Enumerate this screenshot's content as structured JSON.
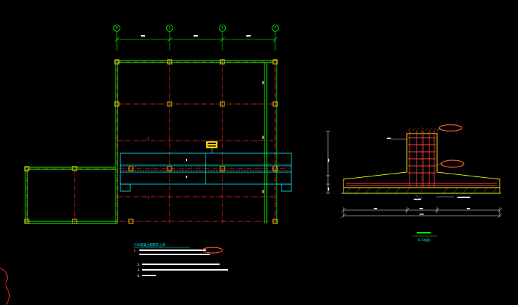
{
  "colors": {
    "background": "#000000",
    "grid_axis": "#ff2a2a",
    "wall": "#00ff00",
    "beam": "#00ffff",
    "column": "#ffd700",
    "dimension": "#ffffff",
    "note_title": "#00ffff",
    "note_text": "#ffffff",
    "highlight": "#ff5a1f",
    "section_line": "#ffff00",
    "rebar": "#ff3b3b"
  },
  "grid_axes": {
    "labels": [
      "6",
      "5",
      "6",
      "7"
    ]
  },
  "plan": {
    "section_marks": [
      "-1",
      "-1"
    ]
  },
  "section": {
    "title": "",
    "subtitle": "(1-1剖面)"
  },
  "notes": {
    "title": "C30混凝土配筋见上表",
    "items": [
      "1.",
      "2.",
      "3.",
      "4."
    ]
  },
  "left_arc": {
    "icon": "arc-break-icon"
  }
}
